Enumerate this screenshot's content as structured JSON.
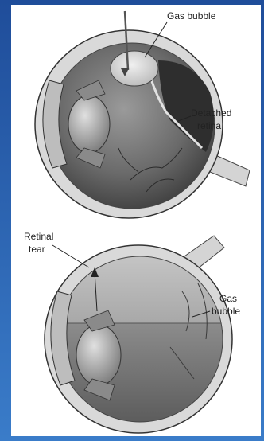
{
  "colors": {
    "border_top": "#1f4d9a",
    "border_bottom": "#3a7cc9",
    "panel": "#ffffff",
    "ink": "#222222"
  },
  "top_illustration": {
    "labels": {
      "gas_bubble": "Gas bubble",
      "detached_line1": "Detached",
      "detached_line2": "retina"
    }
  },
  "bottom_illustration": {
    "labels": {
      "retinal_tear_line1": "Retinal",
      "retinal_tear_line2": "tear",
      "gas_line1": "Gas",
      "gas_line2": "bubble"
    }
  }
}
